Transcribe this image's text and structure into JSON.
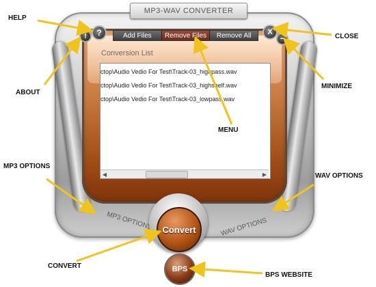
{
  "app": {
    "title": "MP3-WAV CONVERTER"
  },
  "menu": {
    "add_files": "Add Files",
    "remove_files": "Remove Files",
    "remove_all": "Remove All"
  },
  "conversion_list": {
    "label": "Conversion List",
    "items": [
      "ctop\\Audio Vedio For Test\\Track-03_highpass.wav",
      "ctop\\Audio Vedio For Test\\Track-03_highshelf.wav",
      "ctop\\Audio Vedio For Test\\Track-03_lowpass.wav"
    ]
  },
  "buttons": {
    "help": "?",
    "about": "!",
    "close": "X",
    "minimize": "−",
    "convert": "Convert",
    "bps": "BPS"
  },
  "options": {
    "mp3": "MP3 OPTIONS",
    "wav": "WAV OPTIONS"
  },
  "annotations": {
    "help": "HELP",
    "about": "ABOUT",
    "close": "CLOSE",
    "minimize": "MINIMIZE",
    "menu": "MENU",
    "mp3_options": "MP3 OPTIONS",
    "wav_options": "WAV OPTIONS",
    "convert": "CONVERT",
    "bps_website": "BPS WEBSITE"
  },
  "colors": {
    "accent": "#b25415",
    "arrow": "#f0c419",
    "menu_bar": "#555555"
  }
}
